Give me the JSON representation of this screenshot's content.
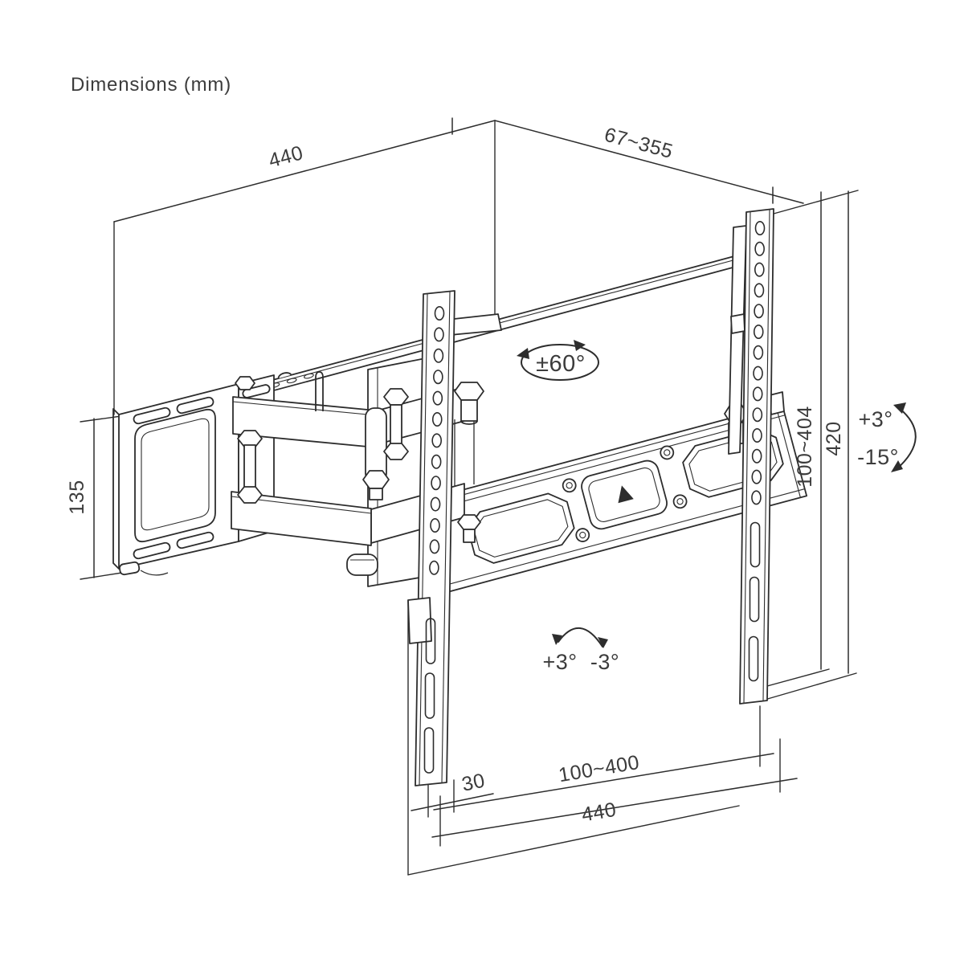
{
  "title": "Dimensions (mm)",
  "colors": {
    "line": "#2d2d2d",
    "text": "#3c3c3c",
    "background": "#ffffff"
  },
  "dimensions": {
    "top_width": {
      "label": "440"
    },
    "depth_range": {
      "label": "67~355"
    },
    "wall_plate_height": {
      "label": "135"
    },
    "vesa_height_range": {
      "label": "100~404"
    },
    "bracket_height": {
      "label": "420"
    },
    "rail_thickness": {
      "label": "30"
    },
    "vesa_width_range": {
      "label": "100~400"
    },
    "bottom_width": {
      "label": "440"
    }
  },
  "angles": {
    "swivel": {
      "label": "±60°"
    },
    "tilt_up": {
      "label": "+3°"
    },
    "tilt_down": {
      "label": "-15°"
    },
    "level_plus": {
      "label": "+3°"
    },
    "level_minus": {
      "label": "-3°"
    }
  }
}
